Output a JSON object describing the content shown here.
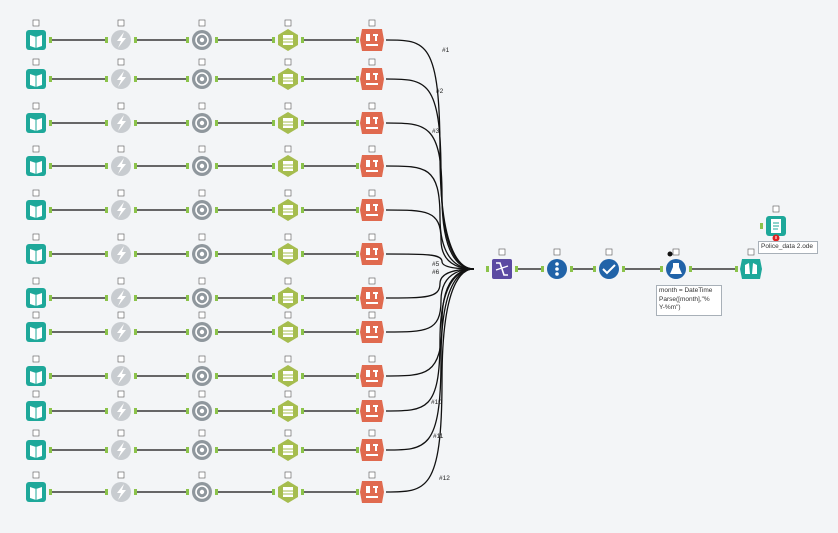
{
  "canvas": {
    "background": "#f3f5f7"
  },
  "colors": {
    "input": "#1ea89a",
    "select": "#c8ccd0",
    "sample": "#8f979d",
    "filter": "#a6bd4f",
    "reshape": "#e06a4f",
    "join": "#5b4aa2",
    "prep": "#2163a8",
    "output": "#1ea89a",
    "browse": "#1ea89a",
    "error": "#e02020",
    "connector": "#111111",
    "anchor": "#8bc34a"
  },
  "rows": [
    {
      "tools": [
        "input-data-icon",
        "select-icon",
        "sample-icon",
        "filter-icon",
        "text-to-columns-icon"
      ],
      "connection_label": "#1"
    },
    {
      "tools": [
        "input-data-icon",
        "select-icon",
        "sample-icon",
        "filter-icon",
        "text-to-columns-icon"
      ],
      "connection_label": "#2"
    },
    {
      "tools": [
        "input-data-icon",
        "select-icon",
        "sample-icon",
        "filter-icon",
        "text-to-columns-icon"
      ],
      "connection_label": "#3"
    },
    {
      "tools": [
        "input-data-icon",
        "select-icon",
        "sample-icon",
        "filter-icon",
        "text-to-columns-icon"
      ],
      "connection_label": ""
    },
    {
      "tools": [
        "input-data-icon",
        "select-icon",
        "sample-icon",
        "filter-icon",
        "text-to-columns-icon"
      ],
      "connection_label": ""
    },
    {
      "tools": [
        "input-data-icon",
        "select-icon",
        "sample-icon",
        "filter-icon",
        "text-to-columns-icon"
      ],
      "connection_label": "#5"
    },
    {
      "tools": [
        "input-data-icon",
        "select-icon",
        "sample-icon",
        "filter-icon",
        "text-to-columns-icon"
      ],
      "connection_label": "#6"
    },
    {
      "tools": [
        "input-data-icon",
        "select-icon",
        "sample-icon",
        "filter-icon",
        "text-to-columns-icon"
      ],
      "connection_label": ""
    },
    {
      "tools": [
        "input-data-icon",
        "select-icon",
        "sample-icon",
        "filter-icon",
        "text-to-columns-icon"
      ],
      "connection_label": ""
    },
    {
      "tools": [
        "input-data-icon",
        "select-icon",
        "sample-icon",
        "filter-icon",
        "text-to-columns-icon"
      ],
      "connection_label": "#10"
    },
    {
      "tools": [
        "input-data-icon",
        "select-icon",
        "sample-icon",
        "filter-icon",
        "text-to-columns-icon"
      ],
      "connection_label": "#11"
    },
    {
      "tools": [
        "input-data-icon",
        "select-icon",
        "sample-icon",
        "filter-icon",
        "text-to-columns-icon"
      ],
      "connection_label": "#12"
    }
  ],
  "downstream_tools": [
    "union-icon",
    "summarize-icon",
    "data-cleansing-icon",
    "formula-icon",
    "browse-icon"
  ],
  "output_tool": "output-data-icon",
  "formula_annotation": [
    "month = DateTime",
    "Parse([month],\"%",
    "Y-%m\")"
  ],
  "output_annotation": "Police_data 2.ode"
}
